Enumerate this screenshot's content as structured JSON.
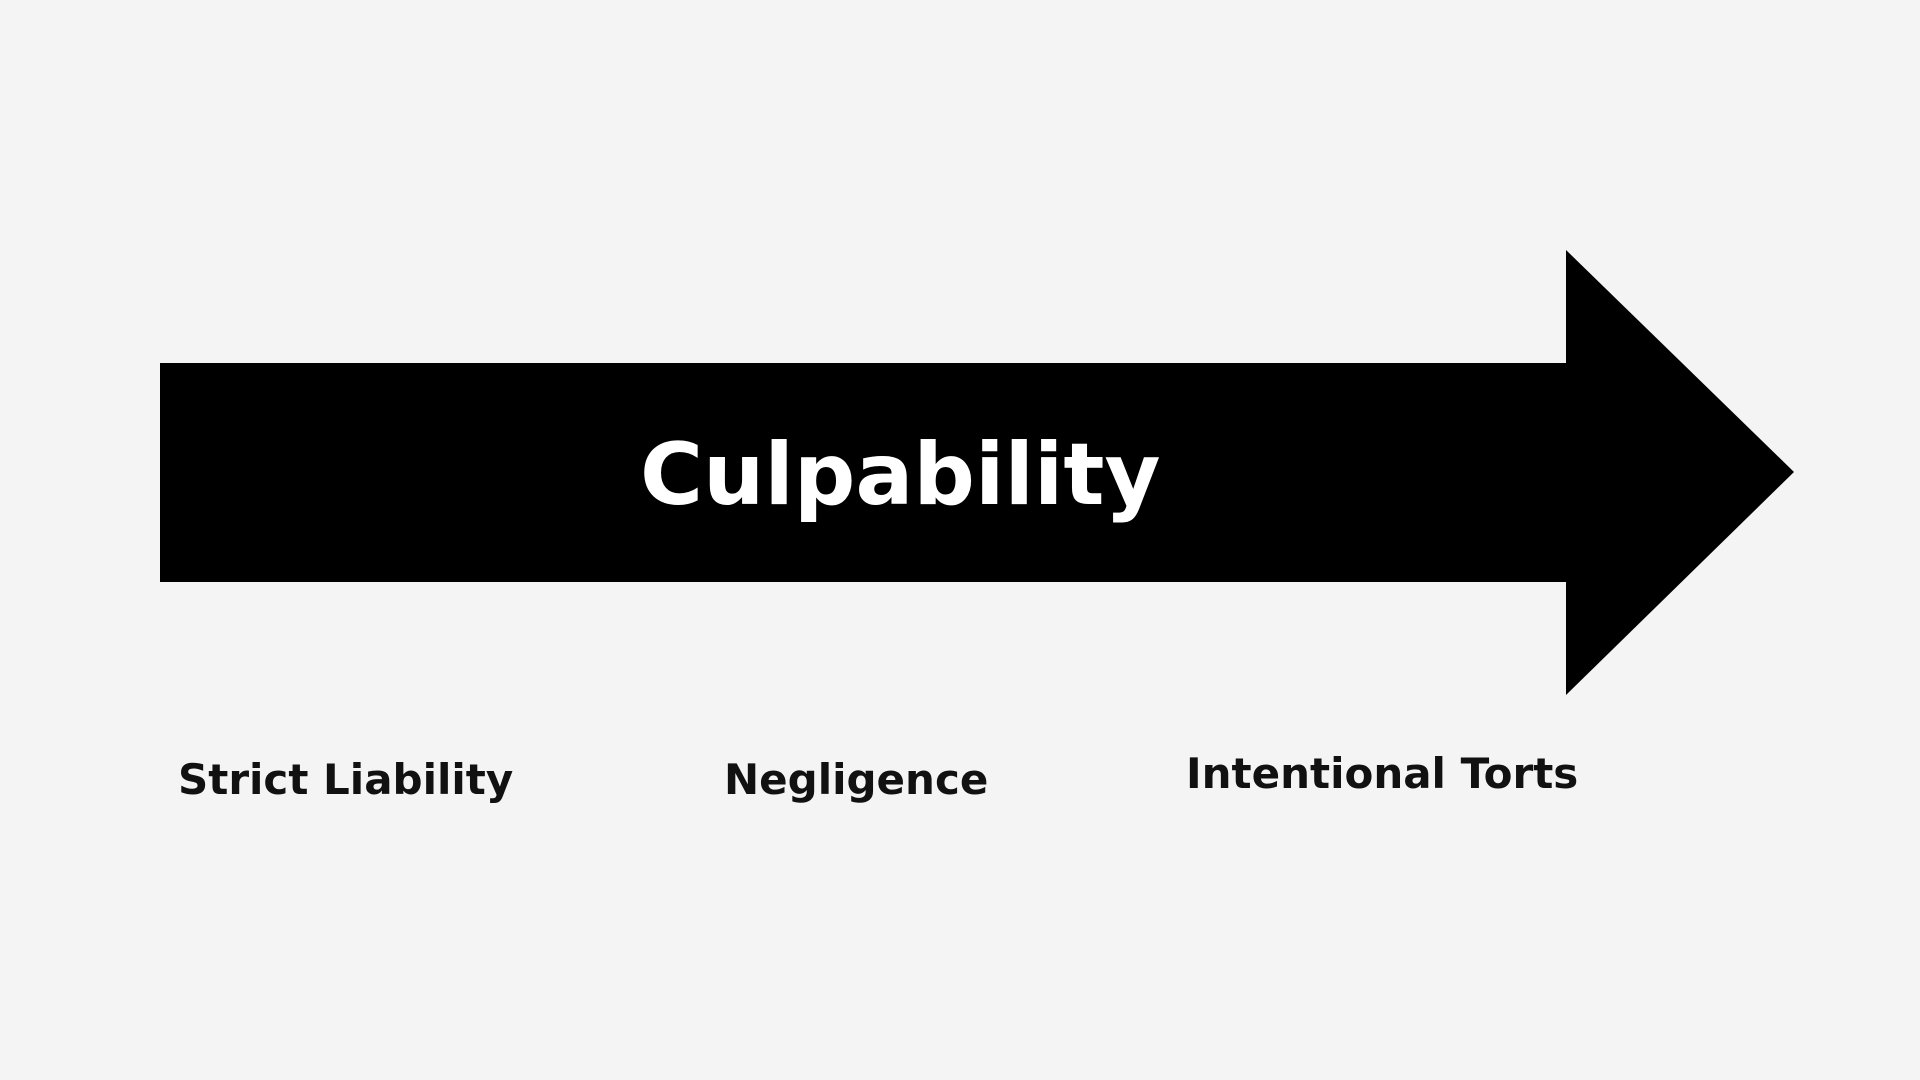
{
  "diagram": {
    "arrow_label": "Culpability",
    "arrow_color": "#000000",
    "arrow_text_color": "#ffffff",
    "background_color": "#f4f4f4",
    "spectrum_labels": [
      "Strict Liability",
      "Negligence",
      "Intentional Torts"
    ]
  }
}
